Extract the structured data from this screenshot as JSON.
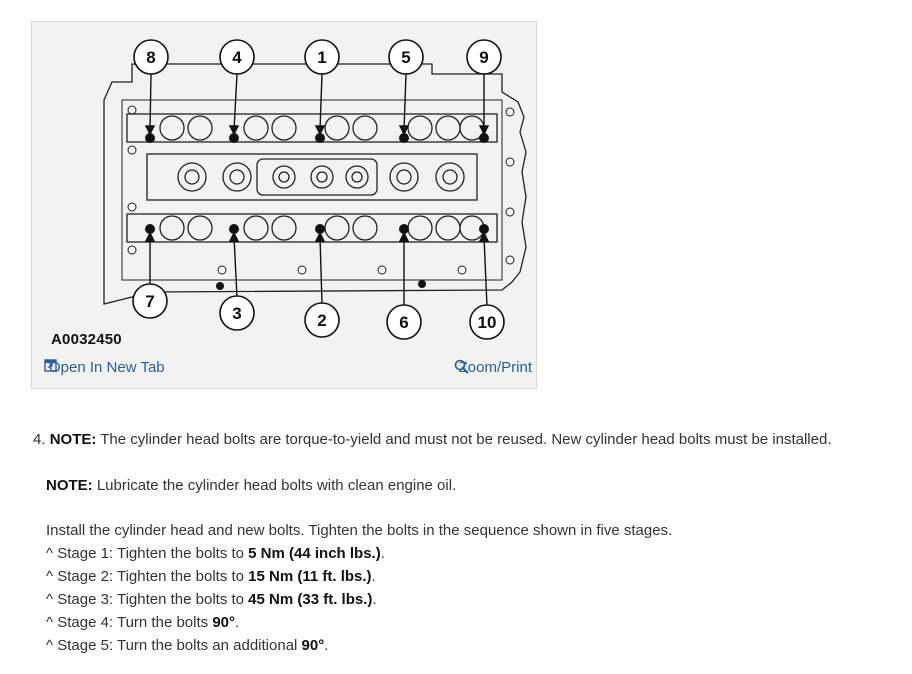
{
  "figure": {
    "id_label": "A0032450",
    "open_tab_label": "Open In New Tab",
    "zoom_label": "Zoom/Print",
    "bolt_numbers": [
      "8",
      "4",
      "1",
      "5",
      "9",
      "7",
      "3",
      "2",
      "6",
      "10"
    ]
  },
  "step": {
    "number": "4.",
    "note1_label": "NOTE:",
    "note1_text": " The cylinder head bolts are torque-to-yield and must not be reused. New cylinder head bolts must be installed.",
    "note2_label": "NOTE:",
    "note2_text": " Lubricate the cylinder head bolts with clean engine oil.",
    "intro": "Install the cylinder head and new bolts. Tighten the bolts in the sequence shown in five stages.",
    "stages": [
      {
        "prefix": "^  Stage 1: Tighten the bolts to ",
        "value": "5 Nm (44 inch lbs.)",
        "suffix": "."
      },
      {
        "prefix": "^  Stage 2: Tighten the bolts to ",
        "value": "15 Nm (11 ft. lbs.)",
        "suffix": "."
      },
      {
        "prefix": "^  Stage 3: Tighten the bolts to ",
        "value": "45 Nm (33 ft. lbs.)",
        "suffix": "."
      },
      {
        "prefix": "^  Stage 4: Turn the bolts ",
        "value": "90°",
        "suffix": "."
      },
      {
        "prefix": "^  Stage 5: Turn the bolts an additional ",
        "value": "90°",
        "suffix": "."
      }
    ]
  }
}
